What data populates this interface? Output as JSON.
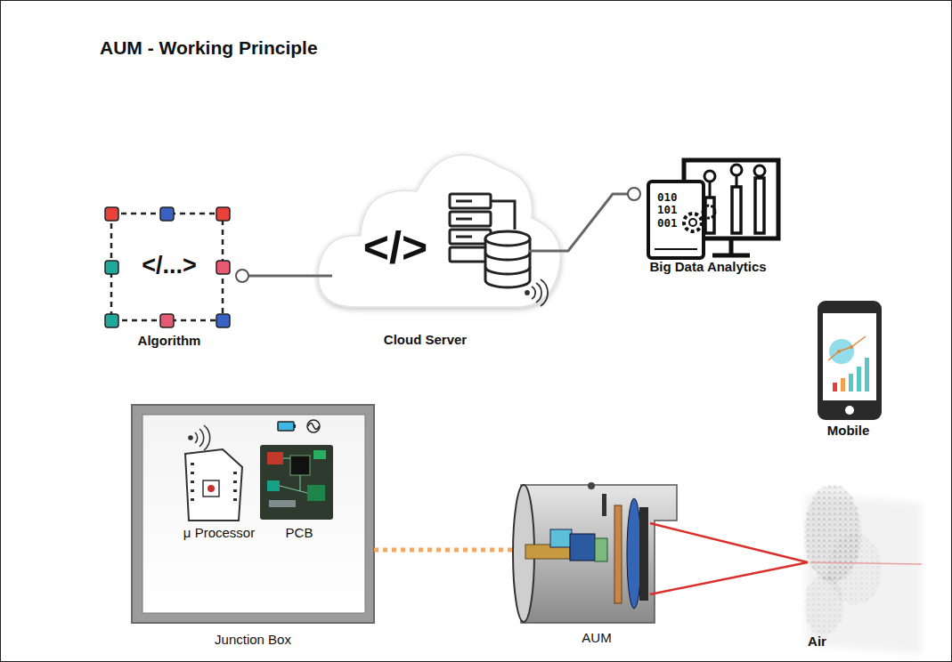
{
  "diagram": {
    "title": "AUM - Working Principle",
    "nodes": [
      {
        "text": [
          "</...>",
          "Algorithm"
        ]
      },
      {
        "text": [
          "</>",
          "Cloud Server"
        ]
      },
      {
        "text": [
          "010 101 001",
          "Big Data Analytics"
        ]
      },
      {
        "text": [
          "Mobile"
        ]
      },
      {
        "text": [
          "Junction Box"
        ]
      },
      {
        "text": [
          "μ Processor"
        ],
        "in": 4
      },
      {
        "text": [
          "PCB"
        ],
        "in": 4
      },
      {
        "text": [
          "AUM"
        ]
      },
      {
        "text": [
          "Air"
        ]
      }
    ],
    "edges": [
      {
        "from": 0,
        "to": 1,
        "arrow": "none"
      },
      {
        "from": 1,
        "to": 2,
        "arrow": "none"
      },
      {
        "from": 4,
        "to": 7,
        "arrow": "none"
      },
      {
        "from": 7,
        "to": 8,
        "arrow": "none"
      }
    ]
  }
}
